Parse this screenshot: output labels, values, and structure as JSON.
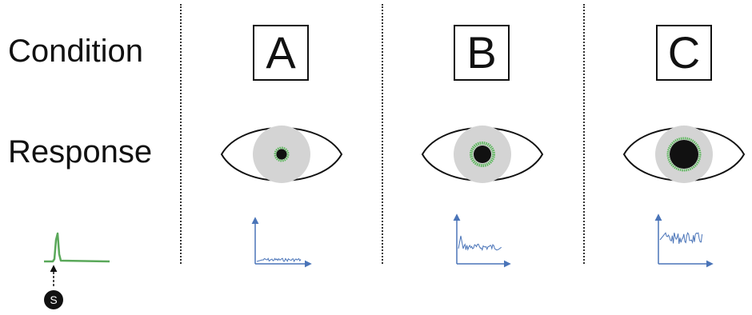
{
  "labels": {
    "condition": "Condition",
    "response": "Response",
    "stimulus": "S"
  },
  "conditions": [
    {
      "letter": "A",
      "pupil_relative_size": 0.2
    },
    {
      "letter": "B",
      "pupil_relative_size": 0.48
    },
    {
      "letter": "C",
      "pupil_relative_size": 0.68
    }
  ],
  "colors": {
    "stimulus_trace": "#5aa85a",
    "response_trace": "#4a74b8",
    "pupil_ring": "#5cb85c",
    "iris": "#d4d4d4",
    "ink": "#111111"
  }
}
